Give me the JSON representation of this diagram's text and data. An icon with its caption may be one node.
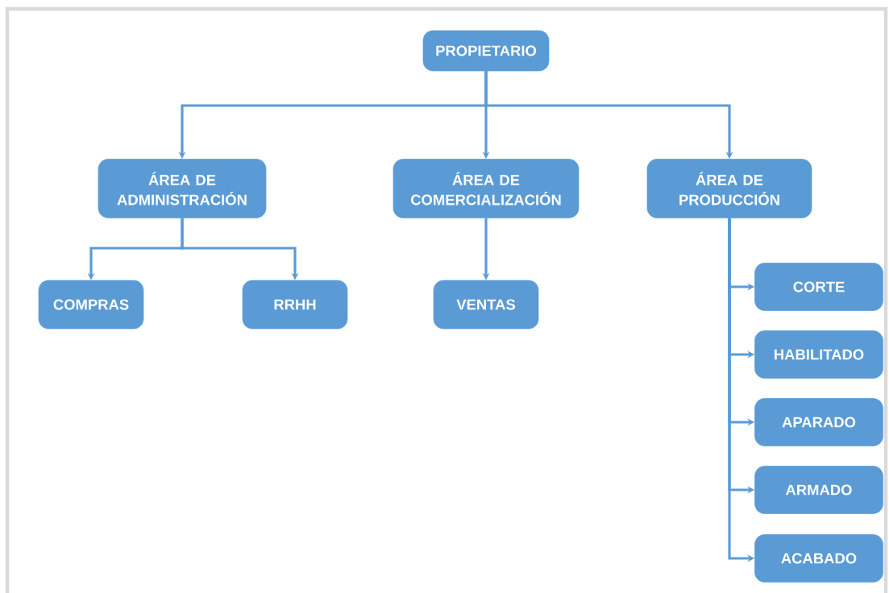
{
  "diagram": {
    "nodes": [
      {
        "text": [
          "PROPIETARIO"
        ]
      },
      {
        "text": [
          "ÁREA DE ADMINISTRACIÓN"
        ]
      },
      {
        "text": [
          "ÁREA DE COMERCIALIZACIÓN"
        ]
      },
      {
        "text": [
          "ÁREA DE PRODUCCIÓN"
        ]
      },
      {
        "text": [
          "COMPRAS"
        ]
      },
      {
        "text": [
          "RRHH"
        ]
      },
      {
        "text": [
          "VENTAS"
        ]
      },
      {
        "text": [
          "CORTE"
        ]
      },
      {
        "text": [
          "HABILITADO"
        ]
      },
      {
        "text": [
          "APARADO"
        ]
      },
      {
        "text": [
          "ARMADO"
        ]
      },
      {
        "text": [
          "ACABADO"
        ]
      }
    ],
    "edges": [
      {
        "from": 0,
        "to": 1,
        "arrow": "to"
      },
      {
        "from": 0,
        "to": 2,
        "arrow": "to"
      },
      {
        "from": 0,
        "to": 3,
        "arrow": "to"
      },
      {
        "from": 1,
        "to": 4,
        "arrow": "to"
      },
      {
        "from": 1,
        "to": 5,
        "arrow": "to"
      },
      {
        "from": 2,
        "to": 6,
        "arrow": "to"
      },
      {
        "from": 3,
        "to": 7,
        "arrow": "to"
      },
      {
        "from": 3,
        "to": 8,
        "arrow": "to"
      },
      {
        "from": 3,
        "to": 9,
        "arrow": "to"
      },
      {
        "from": 3,
        "to": 10,
        "arrow": "to"
      },
      {
        "from": 3,
        "to": 11,
        "arrow": "to"
      }
    ]
  }
}
